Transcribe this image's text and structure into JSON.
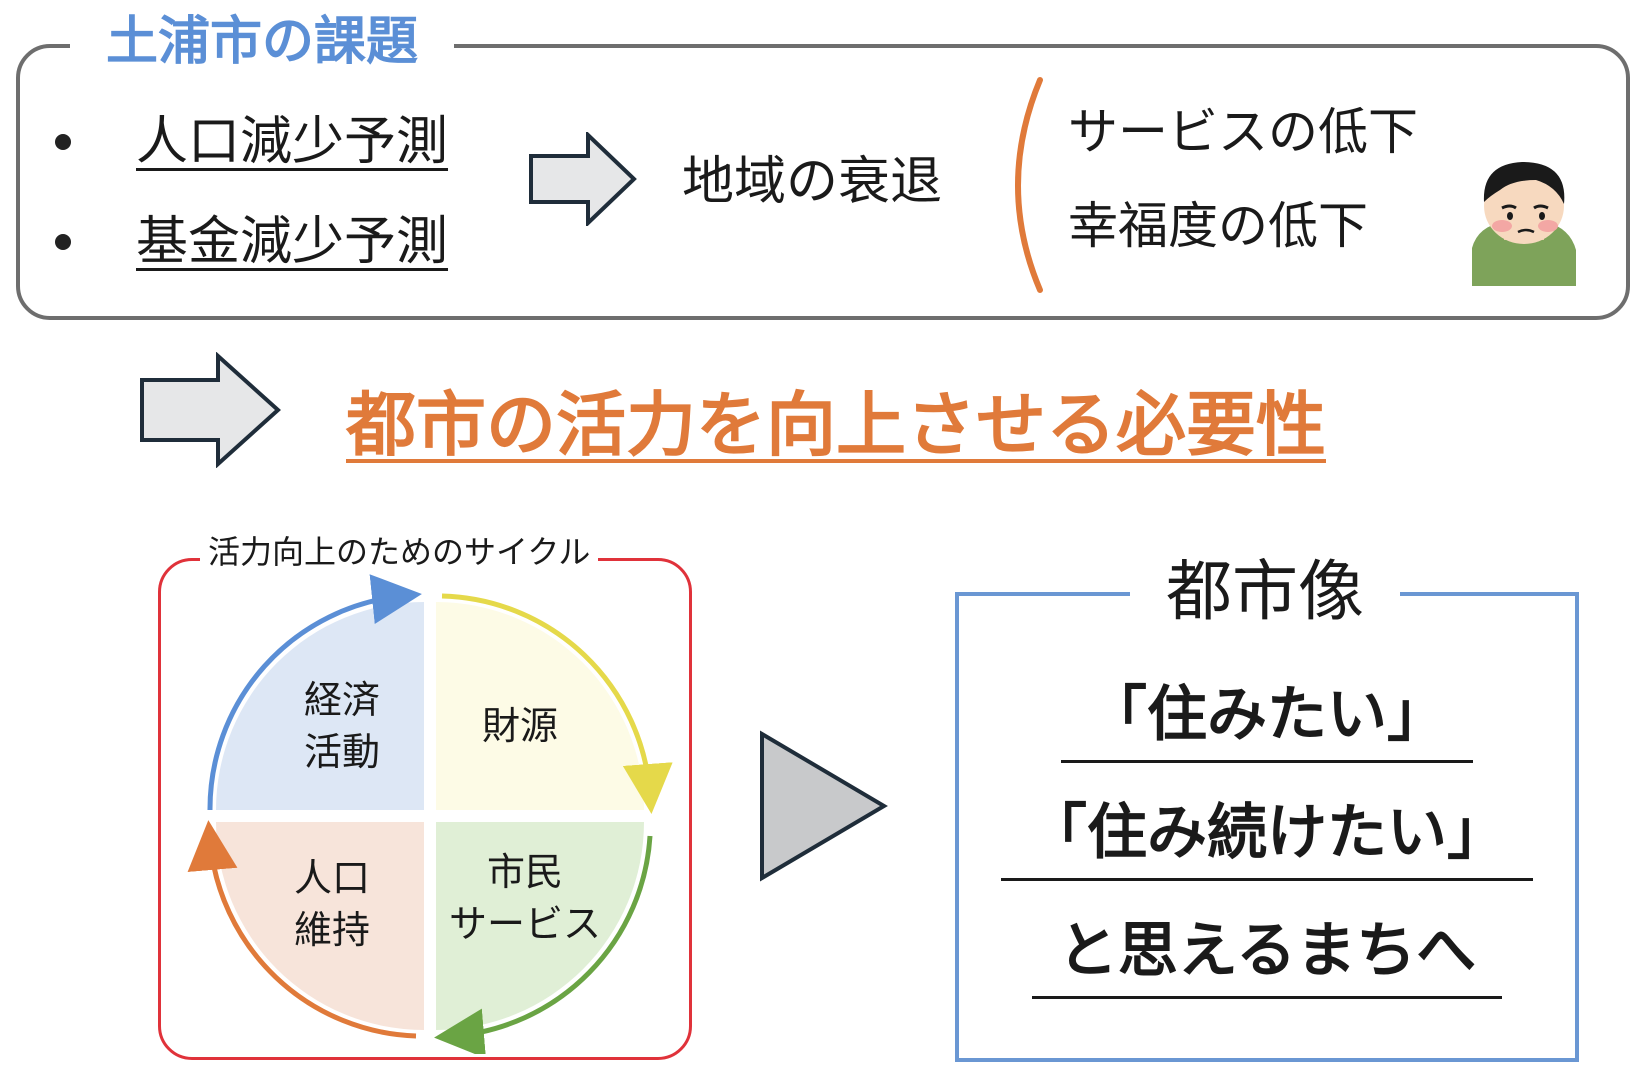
{
  "problem": {
    "title": "土浦市の課題",
    "bullets": [
      "人口減少予測",
      "基金減少予測"
    ],
    "middle": "地域の衰退",
    "effects": [
      "サービスの低下",
      "幸福度の低下"
    ],
    "face_icon": "worried-person-icon"
  },
  "need": "都市の活力を向上させる必要性",
  "cycle": {
    "title": "活力向上のためのサイクル",
    "quadrants": [
      {
        "label": [
          "経済",
          "活動"
        ],
        "color": "#dde7f5"
      },
      {
        "label": [
          "財源"
        ],
        "color": "#fdfbe6"
      },
      {
        "label": [
          "市民",
          "サービス"
        ],
        "color": "#e0efd6"
      },
      {
        "label": [
          "人口",
          "維持"
        ],
        "color": "#f7e4da"
      }
    ],
    "arrow_colors": [
      "#5b8fd6",
      "#e5d94a",
      "#6aa444",
      "#e07a3a"
    ]
  },
  "city": {
    "title": "都市像",
    "lines": [
      "「住みたい」",
      "「住み続けたい」",
      "と思えるまちへ"
    ]
  },
  "colors": {
    "accent_orange": "#e07a3a",
    "accent_blue": "#5b8fd6",
    "frame_red": "#e0323a"
  }
}
